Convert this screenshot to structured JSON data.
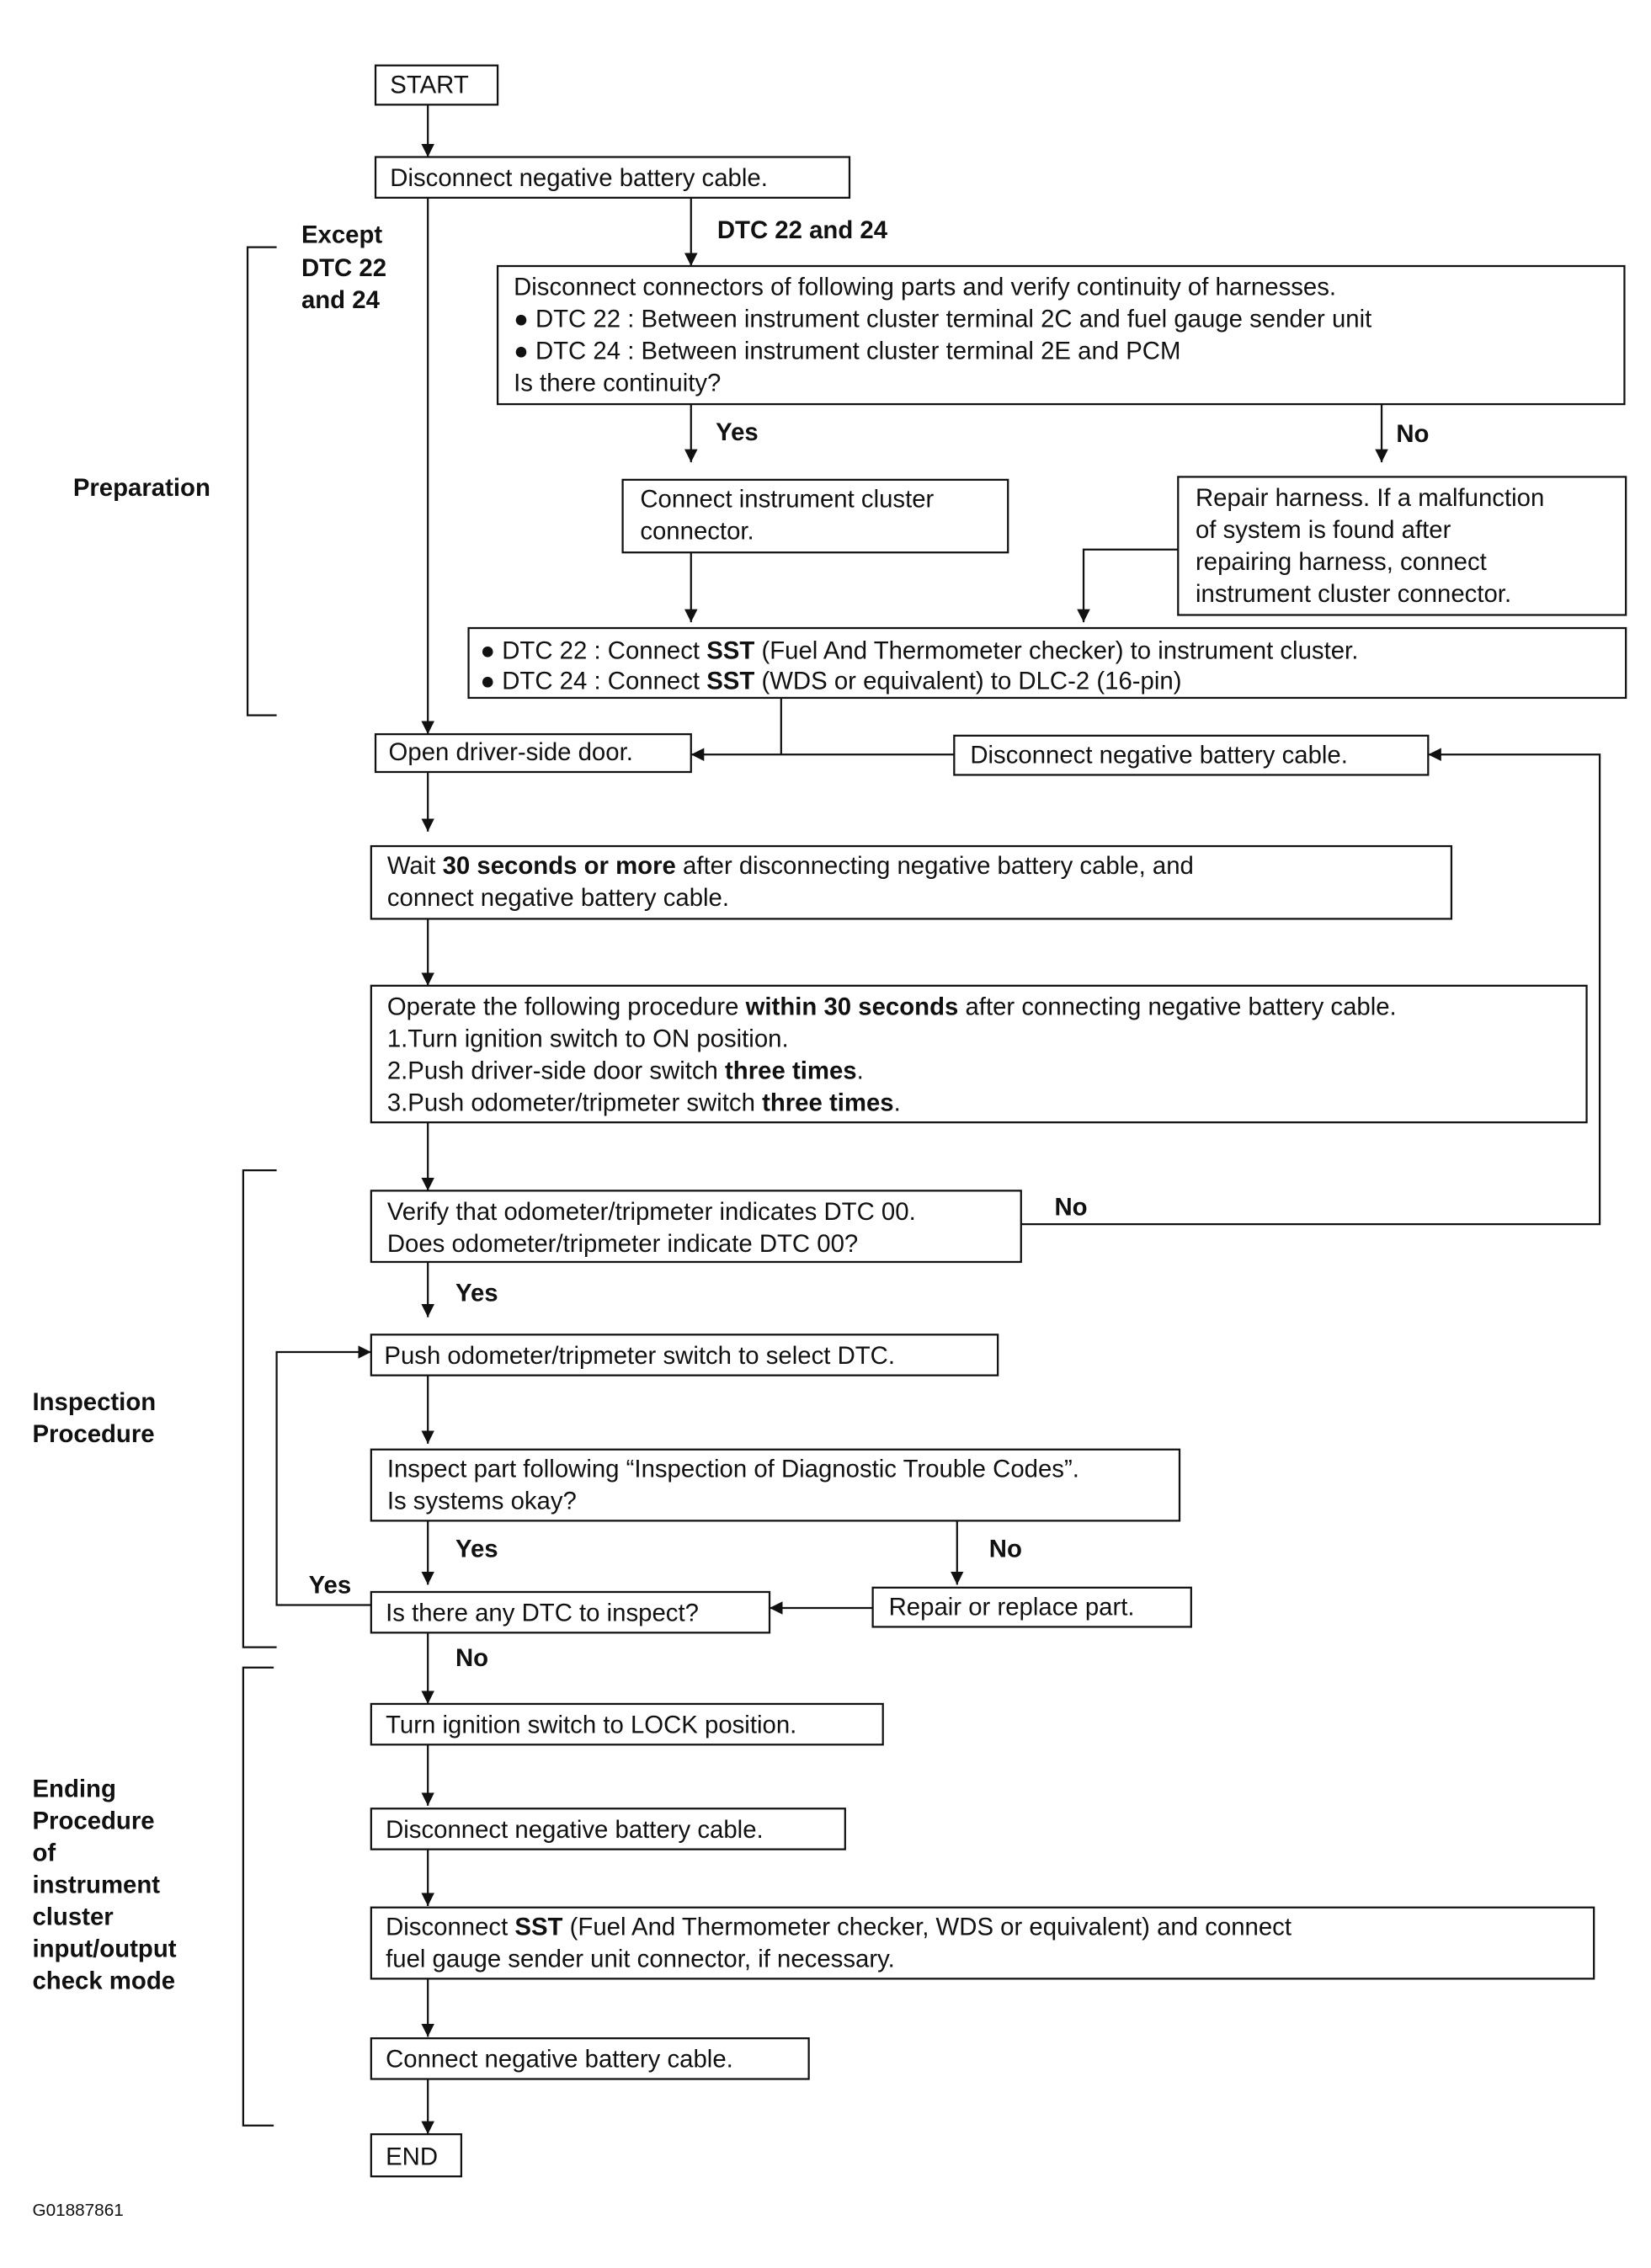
{
  "start": "START",
  "end": "END",
  "figure_id": "G01887861",
  "sections": {
    "preparation": "Preparation",
    "inspection": [
      "Inspection",
      "Procedure"
    ],
    "ending": [
      "Ending",
      "Procedure",
      "of",
      "instrument",
      "cluster",
      "input/output",
      "check mode"
    ]
  },
  "labels": {
    "except": [
      "Except",
      "DTC 22",
      "and 24"
    ],
    "dtc_22_24": "DTC 22 and 24",
    "yes": "Yes",
    "no": "No"
  },
  "steps": {
    "disconnect1": "Disconnect negative battery cable.",
    "continuity": [
      "Disconnect connectors of following parts and verify continuity of harnesses.",
      "● DTC 22 : Between instrument cluster terminal 2C and fuel gauge sender unit",
      "● DTC 24 : Between instrument cluster terminal 2E and PCM",
      "Is there continuity?"
    ],
    "connect_cluster": [
      "Connect instrument cluster",
      "connector."
    ],
    "repair_harness": [
      "Repair harness. If a malfunction",
      "of system is found after",
      "repairing harness, connect",
      "instrument cluster connector."
    ],
    "sst": {
      "line1": [
        "● DTC 22 : Connect ",
        "SST",
        " (Fuel And Thermometer checker) to instrument cluster."
      ],
      "line2": [
        "● DTC 24 : Connect ",
        "SST",
        " (WDS or equivalent) to DLC-2 (16-pin)"
      ]
    },
    "open_door": "Open driver-side door.",
    "disconnect2": "Disconnect negative battery cable.",
    "wait": {
      "line1": [
        "Wait ",
        "30 seconds or more",
        " after disconnecting negative battery cable, and"
      ],
      "line2": "connect negative battery cable."
    },
    "operate": {
      "line1": [
        "Operate the following procedure ",
        "within 30 seconds",
        " after connecting negative battery cable."
      ],
      "line2": "1.Turn ignition switch to ON position.",
      "line3": [
        "2.Push driver-side door switch ",
        "three times",
        "."
      ],
      "line4": [
        "3.Push odometer/tripmeter switch ",
        "three times",
        "."
      ]
    },
    "verify": [
      "Verify that odometer/tripmeter indicates DTC 00.",
      "Does odometer/tripmeter indicate DTC 00?"
    ],
    "push_select": "Push odometer/tripmeter switch to select DTC.",
    "inspect_part": [
      "Inspect part following “Inspection of Diagnostic Trouble Codes”.",
      "Is systems okay?"
    ],
    "repair_replace": "Repair or replace part.",
    "any_dtc": "Is there any DTC to inspect?",
    "turn_lock": "Turn ignition switch to LOCK position.",
    "disconnect3": "Disconnect negative battery cable.",
    "disconnect_sst": {
      "line1": [
        "Disconnect ",
        "SST",
        " (Fuel And Thermometer checker, WDS or equivalent) and connect"
      ],
      "line2": "fuel gauge sender unit connector, if necessary."
    },
    "connect_neg": "Connect negative battery cable."
  }
}
